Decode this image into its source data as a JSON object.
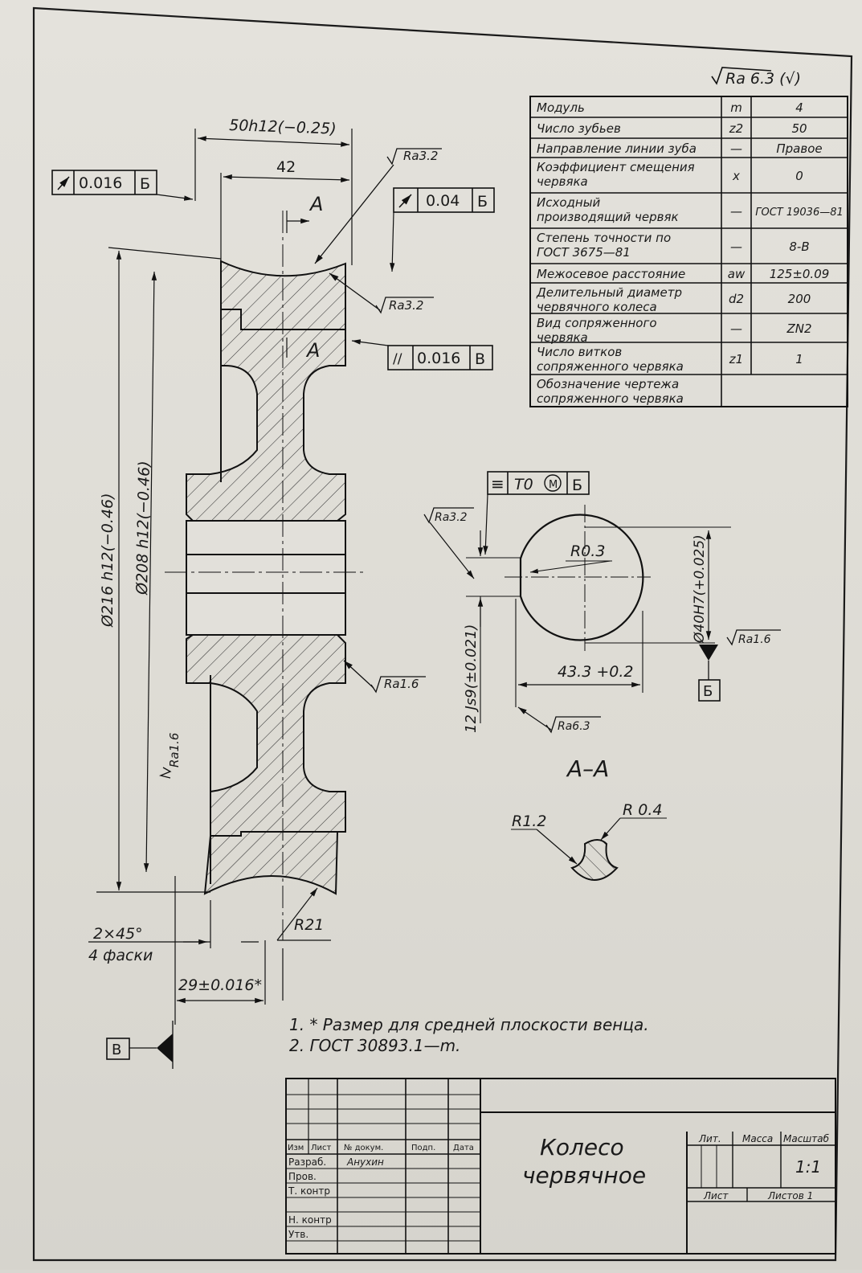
{
  "roughness_general": "Ra 6.3 (√)",
  "params_table": [
    {
      "label": "Модуль",
      "sym": "m",
      "val": "4"
    },
    {
      "label": "Число зубьев",
      "sym": "z2",
      "val": "50"
    },
    {
      "label": "Направление линии зуба",
      "sym": "—",
      "val": "Правое"
    },
    {
      "label": "Коэффициент смещения червяка",
      "sym": "x",
      "val": "0"
    },
    {
      "label": "Исходный производящий червяк",
      "sym": "—",
      "val": "ГОСТ 19036—81"
    },
    {
      "label": "Степень точности по ГОСТ 3675—81",
      "sym": "—",
      "val": "8-В"
    },
    {
      "label": "Межосевое расстояние",
      "sym": "aw",
      "val": "125±0.09"
    },
    {
      "label": "Делительный диаметр червячного колеса",
      "sym": "d2",
      "val": "200"
    },
    {
      "label": "Вид сопряженного червяка",
      "sym": "—",
      "val": "ZN2"
    },
    {
      "label": "Число витков сопряженного червяка",
      "sym": "z1",
      "val": "1"
    },
    {
      "label": "Обозначение чертежа сопряженного червяка",
      "sym": "",
      "val": ""
    }
  ],
  "dims": {
    "width_total": "50h12(−0.25)",
    "width_hub": "42",
    "dia_outer": "Ø216 h12(−0.46)",
    "dia_throat": "Ø208 h12(−0.46)",
    "chamfer": "2×45°",
    "chamfer_note": "4 фаски",
    "offset": "29±0.016*",
    "radius_throat": "R21",
    "keyway_width": "12 Js9(±0.021)",
    "bore": "Ø40H7(+0.025)",
    "keyway_depth": "43.3 +0.2",
    "r_keyway": "R0.3",
    "r_tooth_a": "R1.2",
    "r_tooth_b": "R 0.4"
  },
  "tolerances": {
    "runout_left": "0.016",
    "runout_left_datum": "Б",
    "runout_right": "0.04",
    "runout_right_datum": "Б",
    "parallel": "0.016",
    "parallel_datum": "В",
    "symmetry": "T0",
    "symmetry_datum": "Б"
  },
  "roughness": {
    "r32": "Ra3.2",
    "r16": "Ra1.6",
    "r63": "Ra6.3"
  },
  "section_label": "А",
  "section_title": "А–А",
  "datum_b": "Б",
  "datum_v": "В",
  "notes": [
    "1.  * Размер для средней плоскости венца.",
    "2. ГОСТ 30893.1—m."
  ],
  "title_block": {
    "name_line1": "Колесо",
    "name_line2": "червячное",
    "col_izm": "Изм",
    "col_list": "Лист",
    "col_doc": "№ докум.",
    "col_sign": "Подп.",
    "col_date": "Дата",
    "row_razrab": "Разраб.",
    "razrab_name": "Анухин",
    "row_prov": "Пров.",
    "row_tkontr": "Т. контр",
    "row_nkontr": "Н. контр",
    "row_utv": "Утв.",
    "lit": "Лит.",
    "massa": "Масса",
    "masshtab": "Масштаб",
    "scale": "1:1",
    "list": "Лист",
    "listov": "Листов  1"
  }
}
